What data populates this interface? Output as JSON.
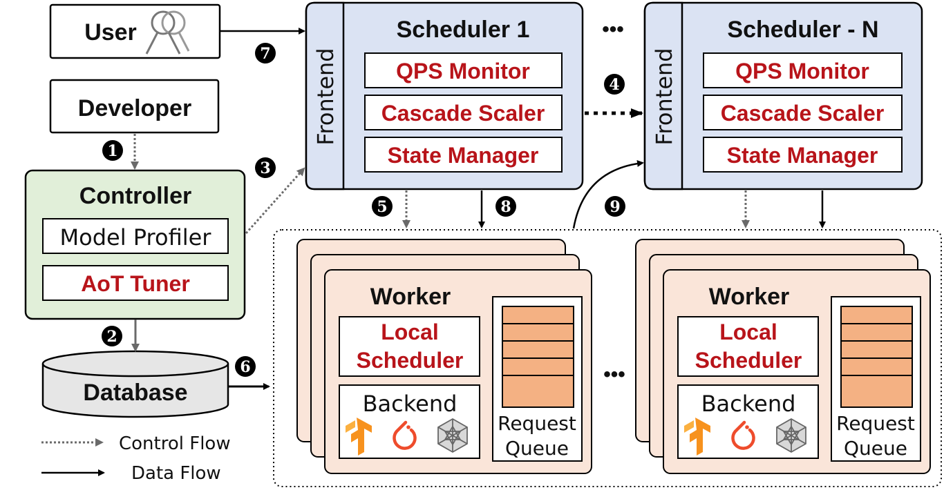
{
  "user": {
    "label": "User"
  },
  "developer": {
    "label": "Developer"
  },
  "controller": {
    "title": "Controller",
    "model_profiler": "Model Profiler",
    "aot_tuner": "AoT Tuner"
  },
  "database": {
    "label": "Database"
  },
  "scheduler_1": {
    "title": "Scheduler 1",
    "frontend": "Frontend",
    "qps_monitor": "QPS Monitor",
    "cascade_scaler": "Cascade Scaler",
    "state_manager": "State Manager"
  },
  "scheduler_n": {
    "title": "Scheduler - N",
    "frontend": "Frontend",
    "qps_monitor": "QPS Monitor",
    "cascade_scaler": "Cascade Scaler",
    "state_manager": "State Manager"
  },
  "ellipsis": "•••",
  "worker": {
    "title": "Worker",
    "local_scheduler_line1": "Local",
    "local_scheduler_line2": "Scheduler",
    "backend": "Backend",
    "request_queue_line1": "Request",
    "request_queue_line2": "Queue",
    "queue_slots": 5,
    "backend_icons": [
      "tensorflow-icon",
      "pytorch-icon",
      "onnx-icon"
    ]
  },
  "steps": [
    "1",
    "2",
    "3",
    "4",
    "5",
    "6",
    "7",
    "8",
    "9"
  ],
  "legend": {
    "control_flow": "Control Flow",
    "data_flow": "Data Flow"
  },
  "colors": {
    "scheduler_fill": "#dbe3f3",
    "controller_fill": "#e1efd9",
    "worker_fill": "#fae5d9",
    "queue_slot_fill": "#f4b183",
    "database_fill": "#e6e6e6",
    "label_red": "#b8141a",
    "tensorflow_orange": "#f7921e",
    "pytorch_red": "#ee4c2c"
  }
}
